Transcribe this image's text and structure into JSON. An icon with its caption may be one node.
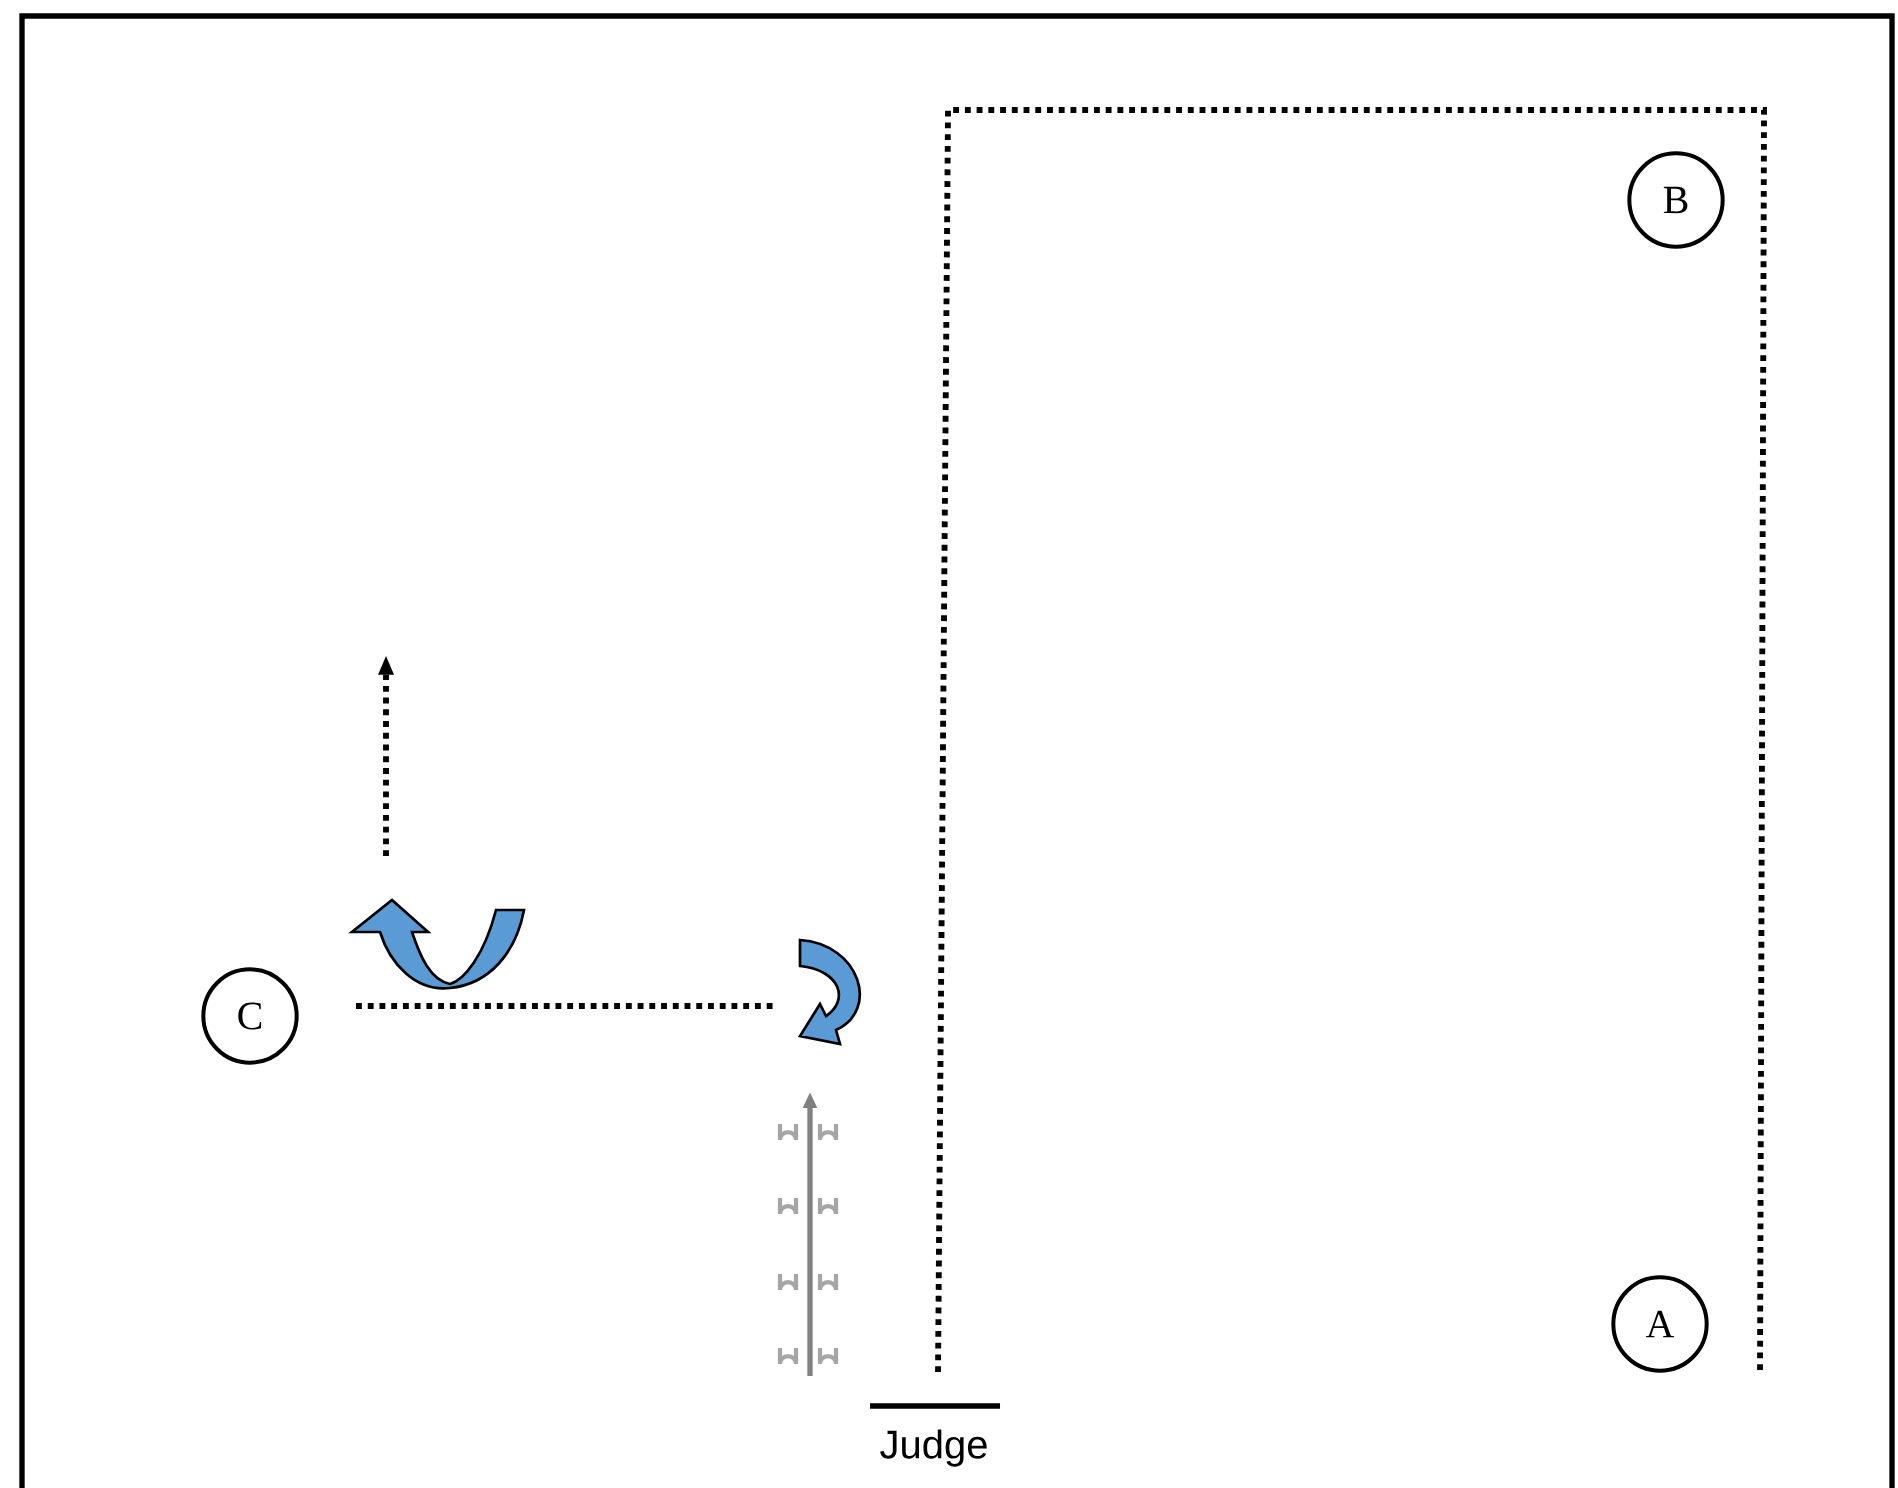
{
  "diagram": {
    "nodes": [
      {
        "text": [
          "B"
        ]
      },
      {
        "text": [
          "C"
        ]
      },
      {
        "text": [
          "A"
        ]
      }
    ],
    "labels": [
      "Judge"
    ]
  }
}
